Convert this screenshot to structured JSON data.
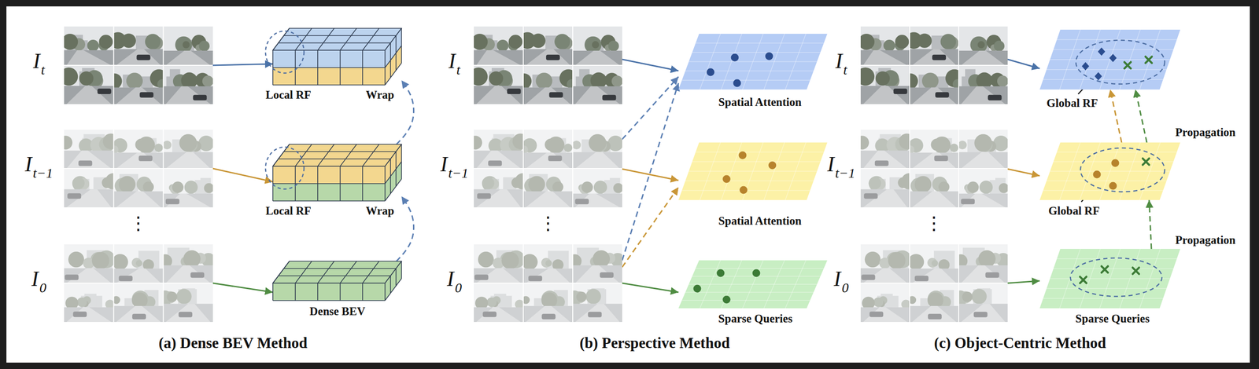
{
  "diagram": {
    "nodes": [
      {
        "text": [
          "I",
          "t"
        ]
      },
      {
        "text": [
          "Local RF"
        ]
      },
      {
        "text": [
          "I",
          "t−1"
        ]
      },
      {
        "text": [
          "Local RF"
        ]
      },
      {
        "text": [
          "I",
          "0"
        ]
      },
      {
        "text": [
          "Dense BEV"
        ]
      },
      {
        "text": [
          "I",
          "t"
        ]
      },
      {
        "text": [
          "Spatial Attention"
        ]
      },
      {
        "text": [
          "I",
          "t−1"
        ]
      },
      {
        "text": [
          "Spatial Attention"
        ]
      },
      {
        "text": [
          "I",
          "0"
        ]
      },
      {
        "text": [
          "Sparse Queries"
        ]
      },
      {
        "text": [
          "I",
          "t"
        ]
      },
      {
        "text": [
          "Global RF"
        ]
      },
      {
        "text": [
          "I",
          "t−1"
        ]
      },
      {
        "text": [
          "Global RF"
        ]
      },
      {
        "text": [
          "I",
          "0"
        ]
      },
      {
        "text": [
          "Sparse Queries"
        ]
      }
    ],
    "edges": [
      {
        "from": 0,
        "to": 1,
        "arrow": "to"
      },
      {
        "from": 2,
        "to": 3,
        "arrow": "to"
      },
      {
        "from": 4,
        "to": 5,
        "arrow": "to"
      },
      {
        "from": 5,
        "to": 3,
        "label": "Wrap",
        "arrow": "to"
      },
      {
        "from": 3,
        "to": 1,
        "label": "Wrap",
        "arrow": "to"
      },
      {
        "from": 6,
        "to": 7,
        "arrow": "to"
      },
      {
        "from": 8,
        "to": 9,
        "arrow": "to"
      },
      {
        "from": 10,
        "to": 11,
        "arrow": "to"
      },
      {
        "from": 8,
        "to": 7,
        "arrow": "to"
      },
      {
        "from": 10,
        "to": 7,
        "arrow": "to"
      },
      {
        "from": 10,
        "to": 9,
        "arrow": "to"
      },
      {
        "from": 12,
        "to": 13,
        "arrow": "to"
      },
      {
        "from": 14,
        "to": 15,
        "arrow": "to"
      },
      {
        "from": 16,
        "to": 17,
        "arrow": "to"
      },
      {
        "from": 15,
        "to": 13,
        "arrow": "to"
      },
      {
        "from": 17,
        "to": 15,
        "label": "Propagation",
        "arrow": "to"
      },
      {
        "from": 15,
        "to": 13,
        "label": "Propagation",
        "arrow": "to"
      }
    ],
    "labels": [
      "⋮",
      "⋮",
      "⋮",
      "(a) Dense BEV Method",
      "(b) Perspective Method",
      "(c) Object-Centric Method"
    ]
  }
}
